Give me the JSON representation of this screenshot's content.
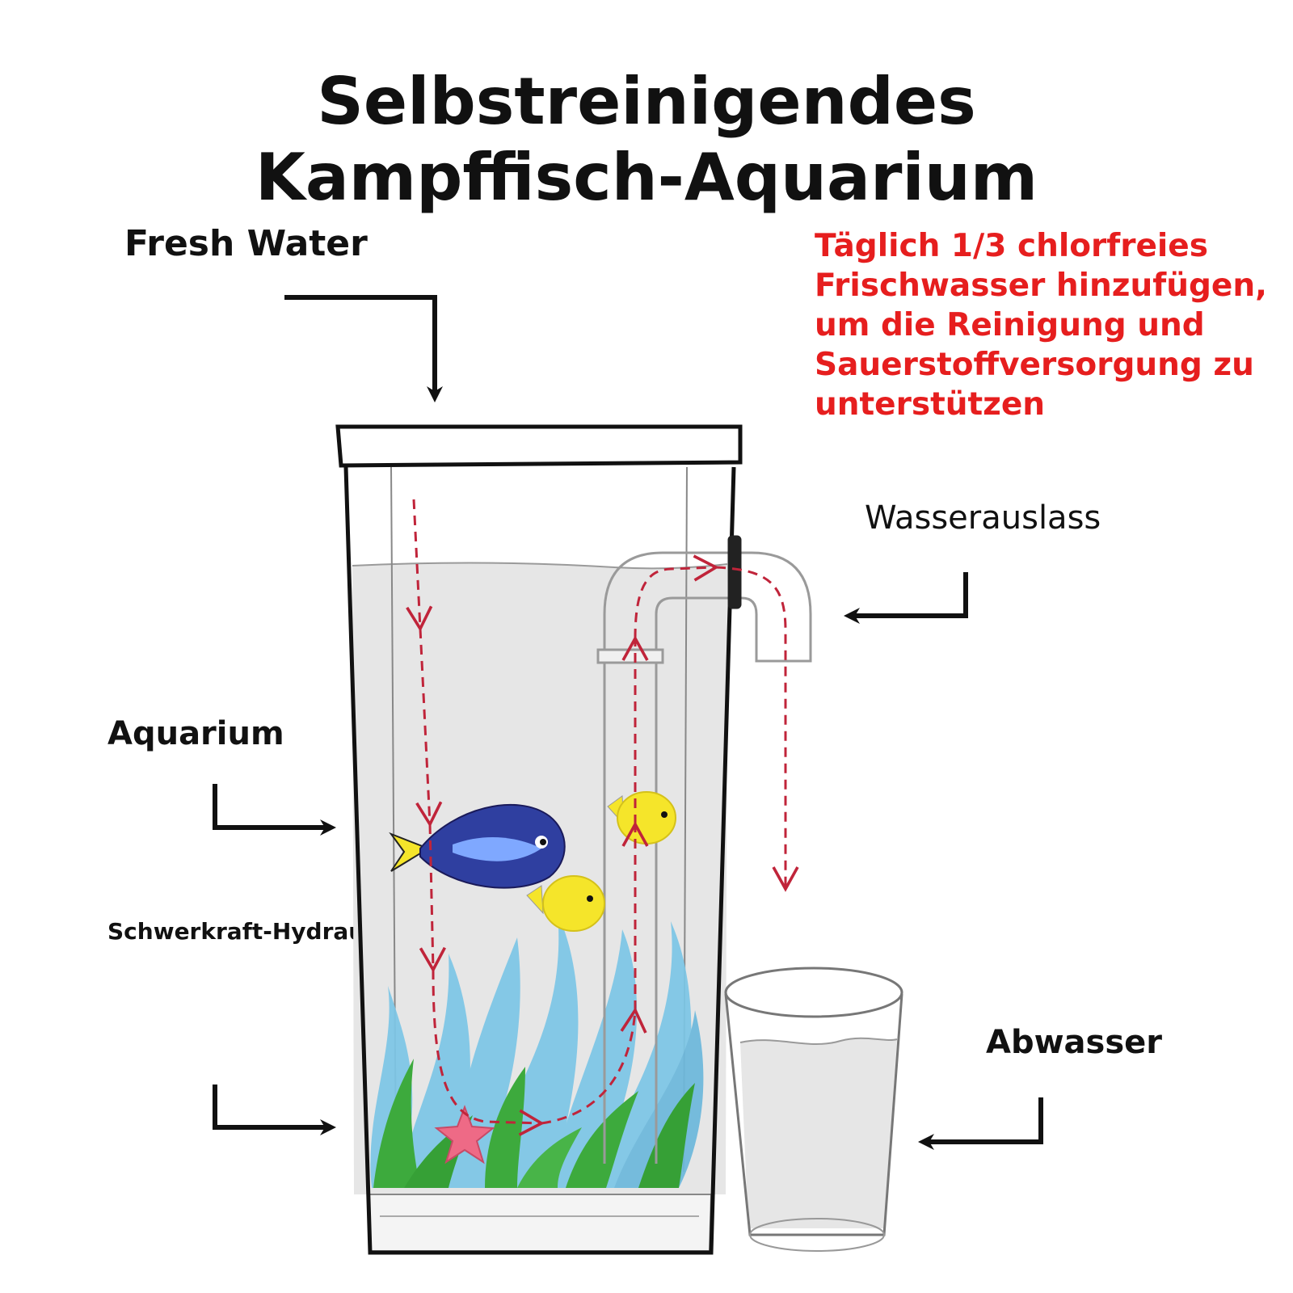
{
  "title": {
    "line1": "Selbstreinigendes",
    "line2": "Kampffisch-Aquarium"
  },
  "labels": {
    "fresh_water": "Fresh Water",
    "water_outlet": "Wasserauslass",
    "aquarium": "Aquarium",
    "gravity_pressure": "Schwerkraft-Hydraulikdruck",
    "waste_water": "Abwasser"
  },
  "note": "Täglich 1/3 chlorfreies\nFrischwasser hinzufügen,\num die Reinigung und\nSauerstoffversorgung zu\nunterstützen",
  "colors": {
    "note_text": "#e61e1e",
    "flow_line": "#c0243a",
    "water": "#e6e6e6",
    "plant_blue": "#7cc6e6",
    "plant_green": "#3daa3d",
    "fish_blue": "#2f3fa0",
    "fish_yellow": "#f5e52a",
    "starfish": "#ee6a86"
  },
  "icons": [
    "arrow-icon",
    "fish-icon",
    "starfish-icon",
    "plant-icon",
    "drinking-glass-icon",
    "siphon-pipe-icon"
  ]
}
